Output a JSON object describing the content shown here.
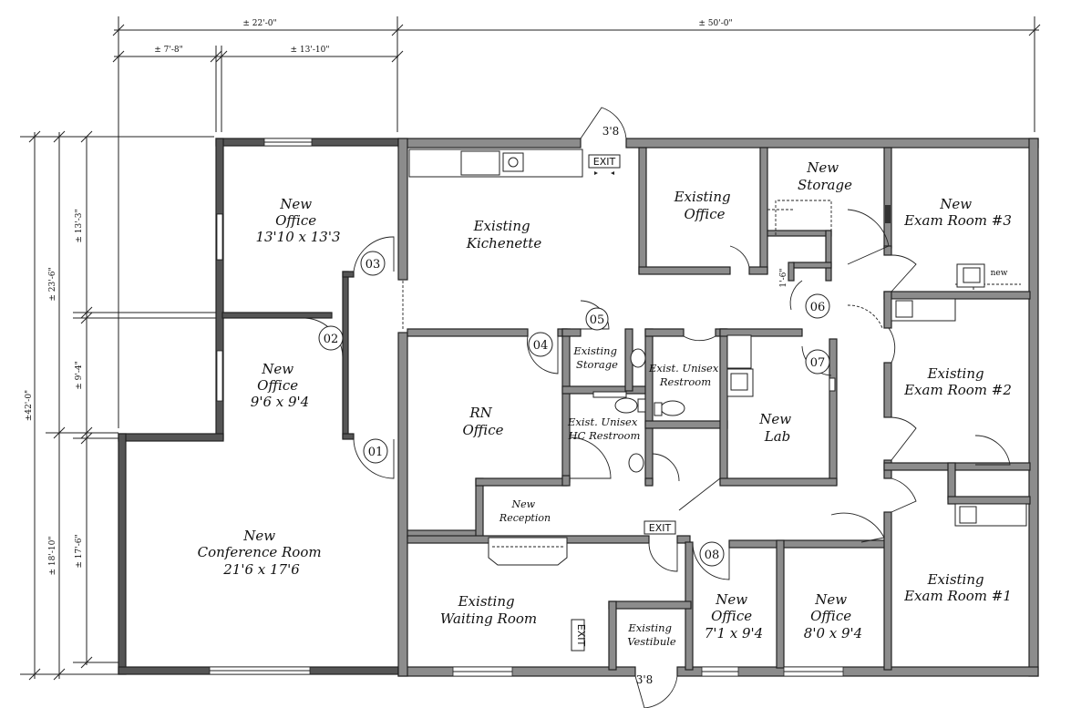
{
  "dimensions": {
    "top_total_left": "± 22'-0\"",
    "top_total_right": "± 50'-0\"",
    "top_sub_1": "± 7'-8\"",
    "top_sub_2": "± 13'-10\"",
    "left_total": "±42'-0\"",
    "left_upper": "± 23'-6\"",
    "left_lower": "± 18'-10\"",
    "left_a": "± 13'-3\"",
    "left_b": "± 9'-4\"",
    "left_c": "± 17'-6\""
  },
  "rooms": {
    "office_1": [
      "New",
      "Office",
      "13'10 x 13'3"
    ],
    "office_2": [
      "New",
      "Office",
      "9'6 x 9'4"
    ],
    "conference": [
      "New",
      "Conference Room",
      "21'6 x 17'6"
    ],
    "kitchenette": [
      "Existing",
      "Kichenette"
    ],
    "existing_office": [
      "Existing",
      "Office"
    ],
    "new_storage": [
      "New",
      "Storage"
    ],
    "exam_3": [
      "New",
      "Exam Room #3"
    ],
    "exam_2": [
      "Existing",
      "Exam Room #2"
    ],
    "exam_1": [
      "Existing",
      "Exam Room #1"
    ],
    "rn_office": [
      "RN",
      "Office"
    ],
    "existing_storage": [
      "Existing",
      "Storage"
    ],
    "unisex_restroom": [
      "Exist. Unisex",
      "Restroom"
    ],
    "hc_restroom": [
      "Exist. Unisex",
      "HC Restroom"
    ],
    "new_lab": [
      "New",
      "Lab"
    ],
    "reception": [
      "New",
      "Reception"
    ],
    "waiting": [
      "Existing",
      "Waiting Room"
    ],
    "vestibule": [
      "Existing",
      "Vestibule"
    ],
    "office_7x9": [
      "New",
      "Office",
      "7'1 x 9'4"
    ],
    "office_8x9": [
      "New",
      "Office",
      "8'0 x 9'4"
    ]
  },
  "doors": [
    "01",
    "02",
    "03",
    "04",
    "05",
    "06",
    "07",
    "08"
  ],
  "labels": {
    "exit": "EXIT",
    "door_width": "3'8",
    "small_dim": "1'-6\"",
    "new_tag": "new"
  }
}
